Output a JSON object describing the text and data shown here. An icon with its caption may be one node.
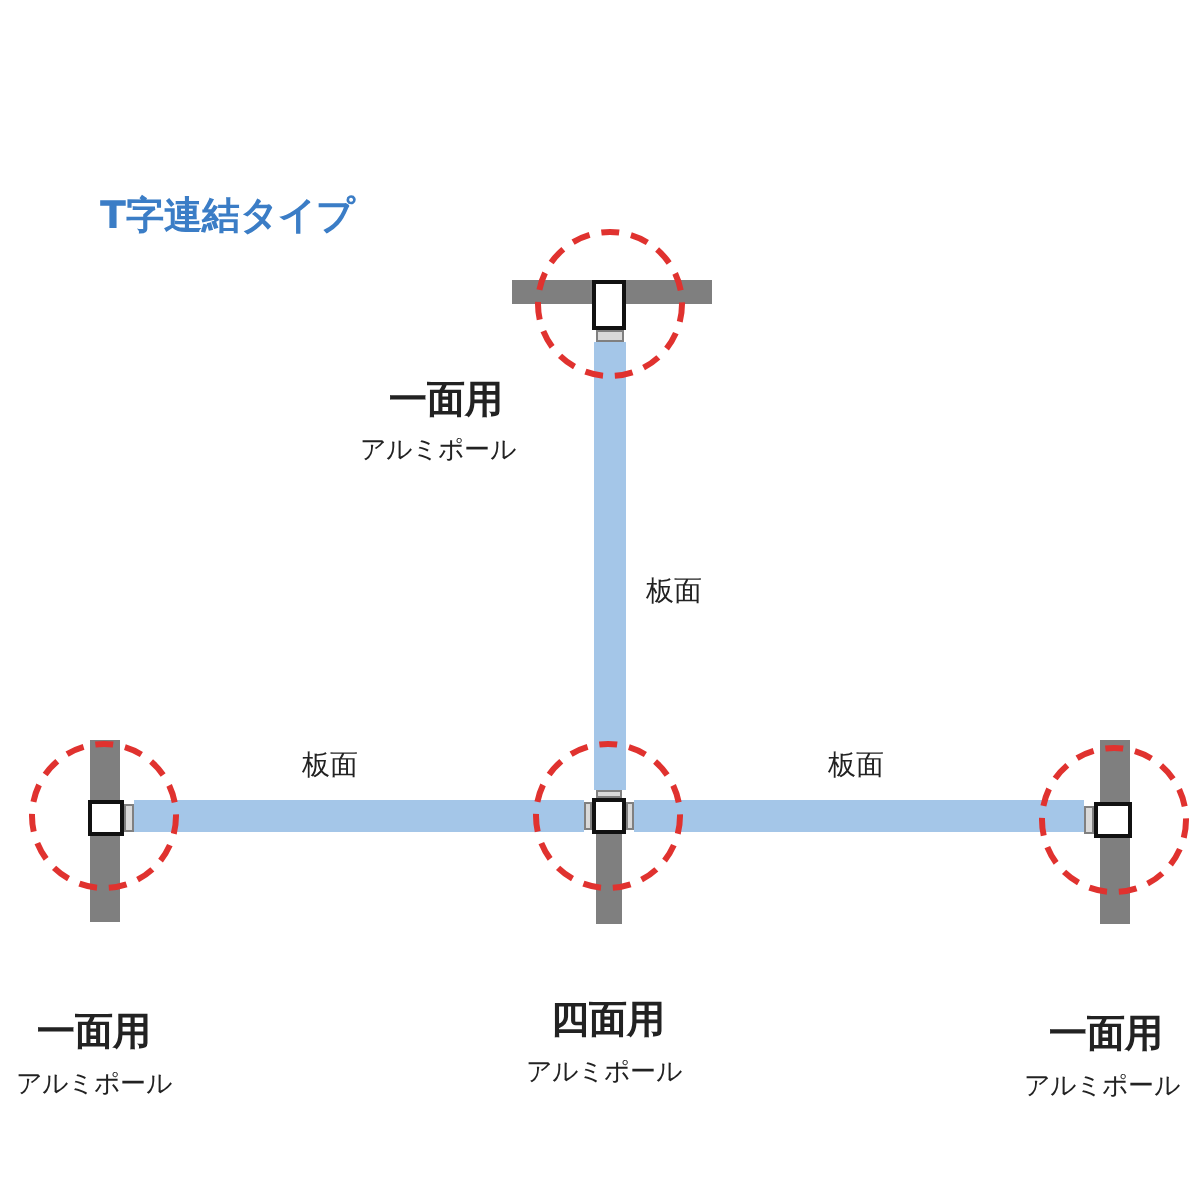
{
  "diagram": {
    "title": "T字連結タイプ",
    "nodes": [
      {
        "text": [],
        "shape": "circle",
        "beside": [
          "一面用",
          "アルミポール"
        ]
      },
      {
        "text": [],
        "shape": "circle",
        "beside": [
          "一面用",
          "アルミポール"
        ]
      },
      {
        "text": [],
        "shape": "circle",
        "beside": [
          "四面用",
          "アルミポール"
        ]
      },
      {
        "text": [],
        "shape": "circle",
        "beside": [
          "一面用",
          "アルミポール"
        ]
      }
    ],
    "edges": [
      {
        "from": 0,
        "to": 2,
        "arrow": "none",
        "label": "板面"
      },
      {
        "from": 1,
        "to": 2,
        "arrow": "none",
        "label": "板面"
      },
      {
        "from": 2,
        "to": 3,
        "arrow": "none",
        "label": "板面"
      }
    ]
  }
}
